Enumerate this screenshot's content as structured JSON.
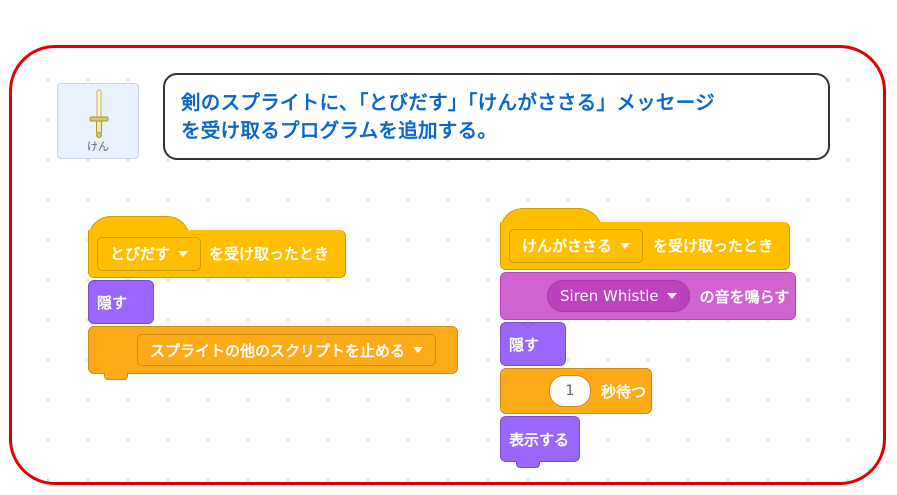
{
  "sprite": {
    "name": "けん",
    "icon": "sword-icon"
  },
  "callout": {
    "line1": "剣のスプライトに、「とびだす」「けんがささる」メッセージ",
    "line2": "を受け取るプログラムを追加する。"
  },
  "script_left": {
    "hat": {
      "message": "とびだす",
      "suffix": "を受け取ったとき"
    },
    "hide": {
      "label": "隠す"
    },
    "stop": {
      "option": "スプライトの他のスクリプトを止める"
    }
  },
  "script_right": {
    "hat": {
      "message": "けんがささる",
      "suffix": "を受け取ったとき"
    },
    "sound": {
      "sound_name": "Siren Whistle",
      "suffix": "の音を鳴らす"
    },
    "hide": {
      "label": "隠す"
    },
    "wait": {
      "value": "1",
      "suffix": "秒待つ"
    },
    "show": {
      "label": "表示する"
    }
  },
  "colors": {
    "frame_border": "#e00000",
    "callout_text": "#0a66c8",
    "events": "#ffbf00",
    "control": "#ffab19",
    "looks": "#9966ff",
    "sound": "#cf63cf"
  }
}
